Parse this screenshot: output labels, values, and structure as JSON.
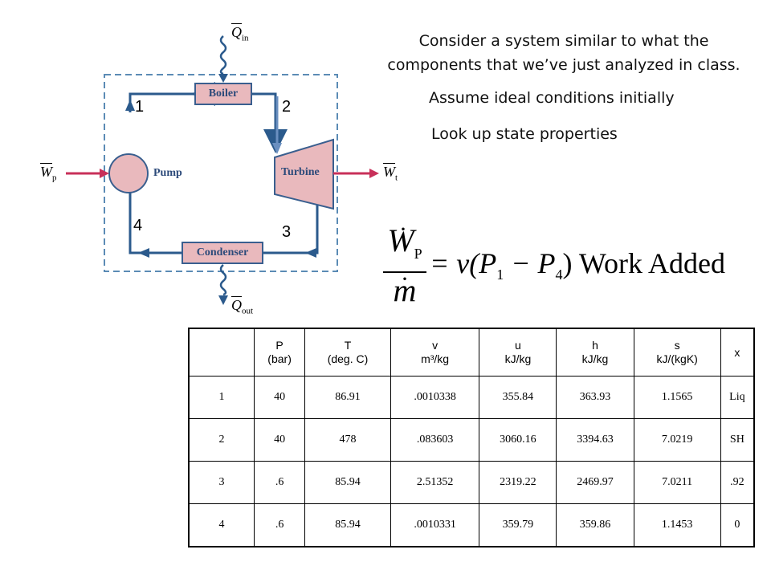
{
  "intro": {
    "line1": "Consider a system similar to what the",
    "line2": "components that we’ve just analyzed in class.",
    "assume": "Assume ideal conditions initially",
    "lookup": "Look up state properties"
  },
  "diagram": {
    "components": {
      "boiler": "Boiler",
      "pump": "Pump",
      "turbine": "Turbine",
      "condenser": "Condenser"
    },
    "heat_in": "Q",
    "heat_in_sub": "in",
    "heat_out": "Q",
    "heat_out_sub": "out",
    "work_pump": "W",
    "work_pump_sub": "p",
    "work_turbine": "W",
    "work_turbine_sub": "t",
    "states": [
      "1",
      "2",
      "3",
      "4"
    ],
    "colors": {
      "loop": "#2b5a8c",
      "component_fill": "#e9b9bd",
      "component_border": "#3a5f8f",
      "work_arrow": "#c8305a",
      "boundary": "#5b8bb5"
    }
  },
  "equation": {
    "lhs_num": "W",
    "lhs_num_sub": "P",
    "lhs_den": "m",
    "rhs": "= v(P",
    "rhs_sub1": "1",
    "rhs_mid": " − P",
    "rhs_sub2": "4",
    "rhs_end": ") Work Added"
  },
  "table": {
    "headers": [
      {
        "top": "",
        "bottom": ""
      },
      {
        "top": "P",
        "bottom": "(bar)"
      },
      {
        "top": "T",
        "bottom": "(deg. C)"
      },
      {
        "top": "v",
        "bottom": "m³/kg"
      },
      {
        "top": "u",
        "bottom": "kJ/kg"
      },
      {
        "top": "h",
        "bottom": "kJ/kg"
      },
      {
        "top": "s",
        "bottom": "kJ/(kgK)"
      },
      {
        "top": "x",
        "bottom": ""
      }
    ],
    "rows": [
      [
        "1",
        "40",
        "86.91",
        ".0010338",
        "355.84",
        "363.93",
        "1.1565",
        "Liq"
      ],
      [
        "2",
        "40",
        "478",
        ".083603",
        "3060.16",
        "3394.63",
        "7.0219",
        "SH"
      ],
      [
        "3",
        ".6",
        "85.94",
        "2.51352",
        "2319.22",
        "2469.97",
        "7.0211",
        ".92"
      ],
      [
        "4",
        ".6",
        "85.94",
        ".0010331",
        "359.79",
        "359.86",
        "1.1453",
        "0"
      ]
    ]
  }
}
